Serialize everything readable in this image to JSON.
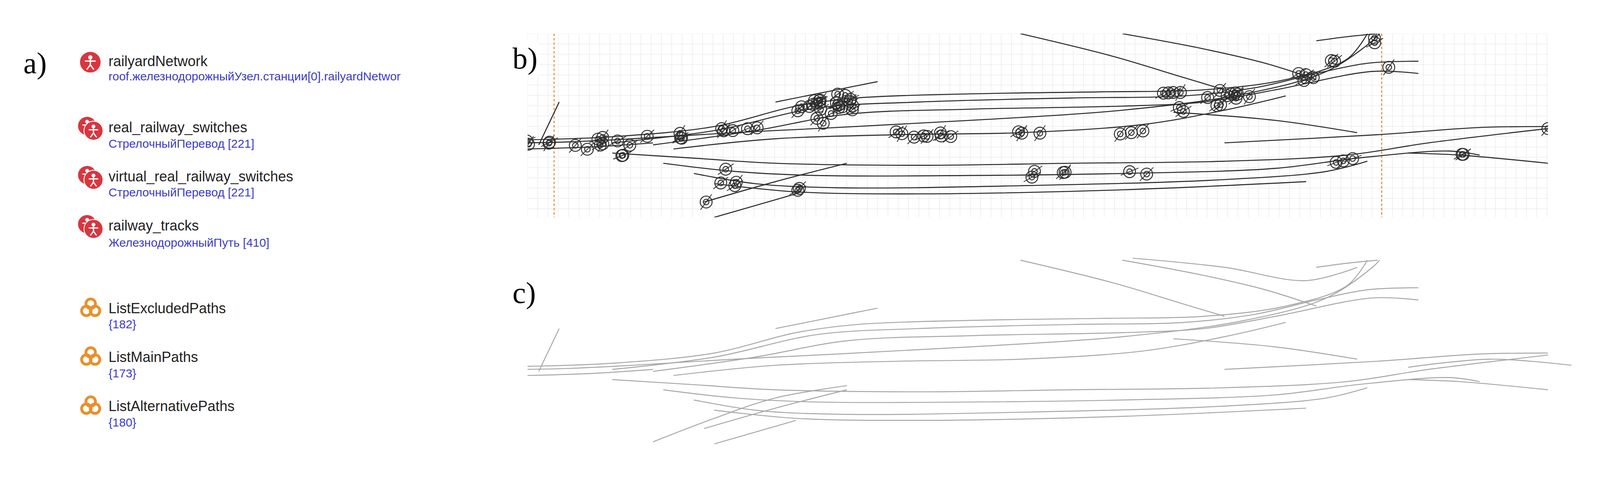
{
  "diagram": {
    "labels": [
      "a)",
      "railyardNetwork",
      "roof.железнодорожныйУзел.станции[0].railyardNetwor",
      "real_railway_switches",
      "СтрелочныйПеревод [221]",
      "virtual_real_railway_switches",
      "СтрелочныйПеревод [221]",
      "railway_tracks",
      "ЖелезнодорожныйПуть [410]",
      "ListExcludedPaths",
      "{182}",
      "ListMainPaths",
      "{173}",
      "ListAlternativePaths",
      "{180}",
      "b)",
      "c)"
    ]
  }
}
